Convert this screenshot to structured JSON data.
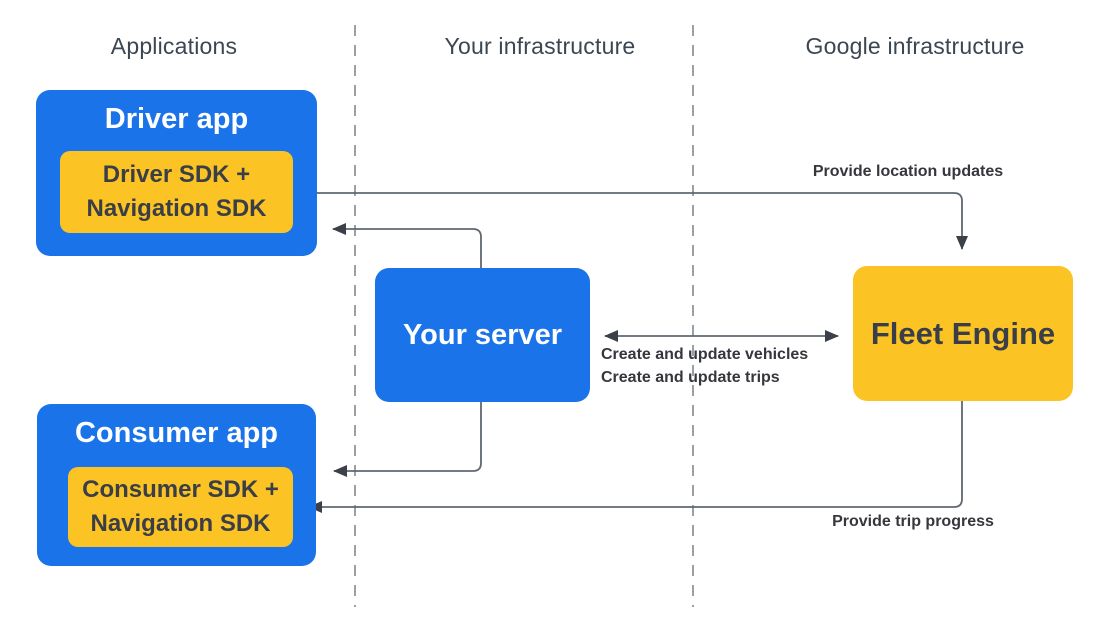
{
  "columns": [
    {
      "label": "Applications"
    },
    {
      "label": "Your infrastructure"
    },
    {
      "label": "Google infrastructure"
    }
  ],
  "nodes": {
    "driver_app": {
      "title": "Driver app",
      "sdk": {
        "line1": "Driver SDK +",
        "line2": "Navigation SDK"
      }
    },
    "your_server": {
      "title": "Your server"
    },
    "fleet_engine": {
      "title": "Fleet Engine"
    },
    "consumer_app": {
      "title": "Consumer app",
      "sdk": {
        "line1": "Consumer SDK +",
        "line2": "Navigation SDK"
      }
    }
  },
  "edges": {
    "driver_to_fleet": {
      "label": "Provide location updates"
    },
    "server_fleet_sync": {
      "label_line1": "Create and update vehicles",
      "label_line2": "Create and update trips"
    },
    "fleet_to_consumer": {
      "label": "Provide trip progress"
    }
  },
  "colors": {
    "blue": "#1a73e8",
    "yellow": "#fcc324",
    "arrow": "#606770",
    "arrowhead": "#3b4049",
    "divider": "#9aa0a6",
    "heading": "#3c4652",
    "boxtext": "#3a3f47",
    "labeltext": "#35373c"
  }
}
